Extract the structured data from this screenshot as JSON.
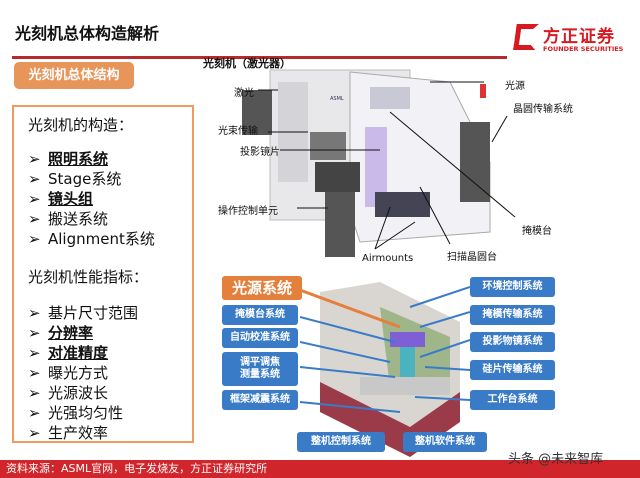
{
  "header": {
    "title": "光刻机总体构造解析",
    "logo_cn": "方正证券",
    "logo_en": "FOUNDER SECURITIES"
  },
  "left": {
    "tab": "光刻机总体结构",
    "structure_heading": "光刻机的构造：",
    "structure_items": [
      {
        "text": "照明系统",
        "bold": true
      },
      {
        "text": "Stage系统",
        "bold": false
      },
      {
        "text": "镜头组",
        "bold": true
      },
      {
        "text": "搬送系统",
        "bold": false
      },
      {
        "text": "Alignment系统",
        "bold": false
      }
    ],
    "perf_heading": "光刻机性能指标：",
    "perf_items": [
      {
        "text": "基片尺寸范围",
        "bold": false
      },
      {
        "text": "分辨率",
        "bold": true
      },
      {
        "text": "对准精度",
        "bold": true
      },
      {
        "text": "曝光方式",
        "bold": false
      },
      {
        "text": "光源波长",
        "bold": false
      },
      {
        "text": "光强均匀性",
        "bold": false
      },
      {
        "text": "生产效率",
        "bold": false
      }
    ],
    "bullet": "➢"
  },
  "machine": {
    "title": "光刻机（激光器）",
    "labels": {
      "laser": "激光",
      "beam": "光束传输",
      "lens": "投影镜片",
      "console": "操作控制单元",
      "airmounts": "Airmounts",
      "wafer_stage": "扫描晶圆台",
      "reticle_stage": "掩模台",
      "source": "光源",
      "wafer_transfer": "晶圆传输系统"
    },
    "brand": "ASML"
  },
  "diagram": {
    "highlight": "光源系统",
    "left": [
      "掩模台系统",
      "自动校准系统",
      "调平调焦\n测量系统",
      "框架减震系统"
    ],
    "right": [
      "环境控制系统",
      "掩模传输系统",
      "投影物镜系统",
      "硅片传输系统",
      "工作台系统"
    ],
    "bottom": [
      "整机控制系统",
      "整机软件系统"
    ]
  },
  "footer": {
    "source": "资料来源：ASML官网，电子发烧友，方正证券研究所",
    "watermark": "头条 @未来智库"
  },
  "colors": {
    "accent_red": "#d0262b",
    "orange": "#e8955a",
    "blue": "#3a7bc8"
  }
}
